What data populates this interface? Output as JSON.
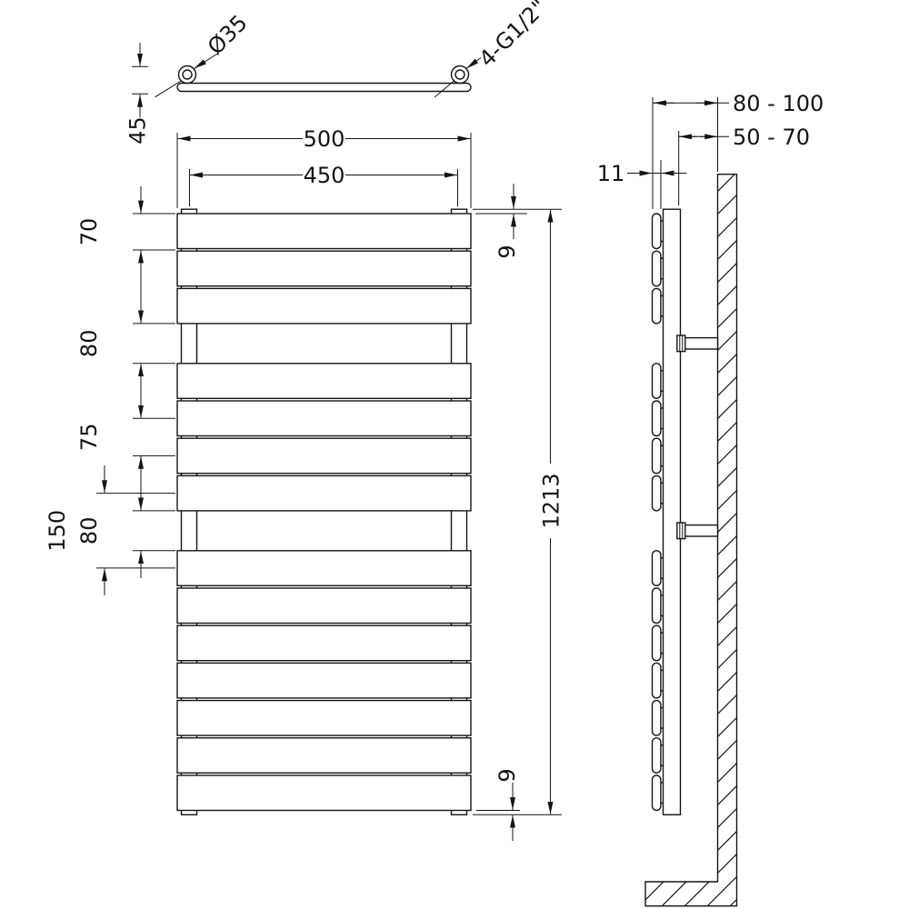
{
  "drawing_title": "flat-panel-towel-radiator-dimension-drawing",
  "top_view": {
    "diameter_label": "Ø35",
    "thread_label": "4-G1/2\"",
    "projection_depth": "45"
  },
  "front_view": {
    "overall_width": "500",
    "tapping_centres": "450",
    "panel_height": "70",
    "upper_towel_gap": "80",
    "panel_pitch": "75",
    "towel_gap_centres": "150",
    "lower_towel_gap": "80",
    "top_stub": "9",
    "bottom_stub": "9",
    "overall_height": "1213"
  },
  "side_view": {
    "wall_to_front": "80 - 100",
    "wall_to_collector": "50 - 70",
    "panel_thickness": "11"
  },
  "colors": {
    "line": "#141414",
    "background": "#ffffff"
  }
}
